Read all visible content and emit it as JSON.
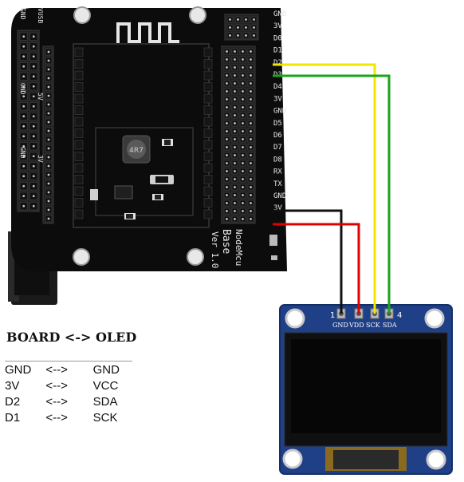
{
  "caption": {
    "title": "BOARD <-> OLED",
    "rows": [
      {
        "board": "GND",
        "arrow": "<-->",
        "oled": "GND"
      },
      {
        "board": "3V",
        "arrow": "<-->",
        "oled": "VCC"
      },
      {
        "board": "D2",
        "arrow": "<-->",
        "oled": "SDA"
      },
      {
        "board": "D1",
        "arrow": "<-->",
        "oled": "SCK"
      }
    ]
  },
  "board": {
    "name_line1": "NodeMcu",
    "name_line2": "Base",
    "name_line3": "Ver 1.0",
    "inductor_label": "4R7",
    "header_labels_right": [
      "GND",
      "3V",
      "D0",
      "D1",
      "D2",
      "D3",
      "D4",
      "3V",
      "GND",
      "D5",
      "D6",
      "D7",
      "D8",
      "RX",
      "TX",
      "GND",
      "3V"
    ],
    "header_labels_left": [
      "GND",
      "VUSB",
      "GND",
      "5V",
      "GND",
      "3V"
    ]
  },
  "oled": {
    "pin_labels": [
      "GND",
      "VDD",
      "SCK",
      "SDA"
    ],
    "pin_number_left": "1",
    "pin_number_right": "4"
  },
  "wires": {
    "colors": {
      "gnd": "#111111",
      "vcc": "#e00000",
      "sck": "#f2e600",
      "sda": "#1aa51a"
    }
  }
}
